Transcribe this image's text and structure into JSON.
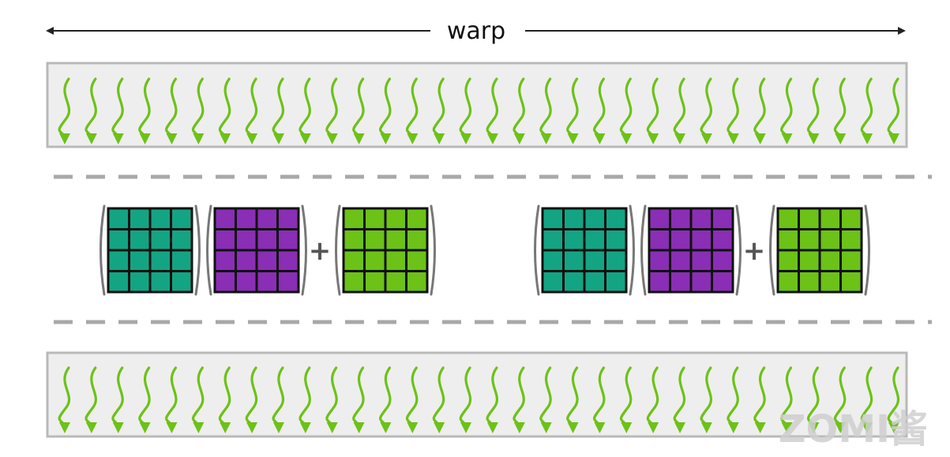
{
  "warp_label": "warp",
  "thread_count_per_warp": 32,
  "matrix_grid": {
    "rows": 4,
    "cols": 4
  },
  "operator": "+",
  "operation_groups": 2,
  "watermark": "ZOMI酱",
  "colors": {
    "thread_arrow": "#6cc217",
    "warp_box_fill": "#eeeeee",
    "warp_box_stroke": "#b9b9b9",
    "divider": "#a8a8a8",
    "matrix_a": "#13a583",
    "matrix_b": "#8a2eb5",
    "matrix_c": "#6cc217",
    "matrix_line": "#111111",
    "bracket": "#777777",
    "operator": "#555555"
  }
}
